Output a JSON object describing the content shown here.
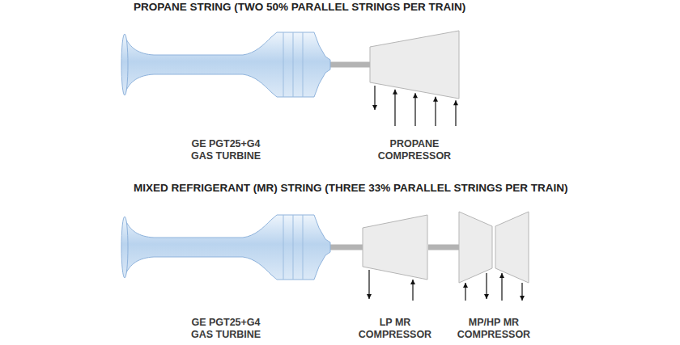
{
  "diagram": {
    "nodes": [
      {
        "text": [
          "GE PGT25+G4 GAS TURBINE"
        ]
      },
      {
        "text": [
          "PROPANE COMPRESSOR"
        ]
      },
      {
        "text": [
          "GE PGT25+G4 GAS TURBINE"
        ]
      },
      {
        "text": [
          "LP MR COMPRESSOR"
        ]
      },
      {
        "text": [
          "MP/HP MR COMPRESSOR"
        ]
      }
    ],
    "edges": [
      {
        "from": 0,
        "to": 1,
        "arrow": "none"
      },
      {
        "from": 2,
        "to": 3,
        "arrow": "none"
      },
      {
        "from": 3,
        "to": 4,
        "arrow": "none"
      }
    ],
    "labels": [
      "PROPANE STRING (TWO 50% PARALLEL STRINGS PER TRAIN)",
      "MIXED REFRIGERANT (MR) STRING (THREE 33% PARALLEL STRINGS PER TRAIN)"
    ]
  }
}
